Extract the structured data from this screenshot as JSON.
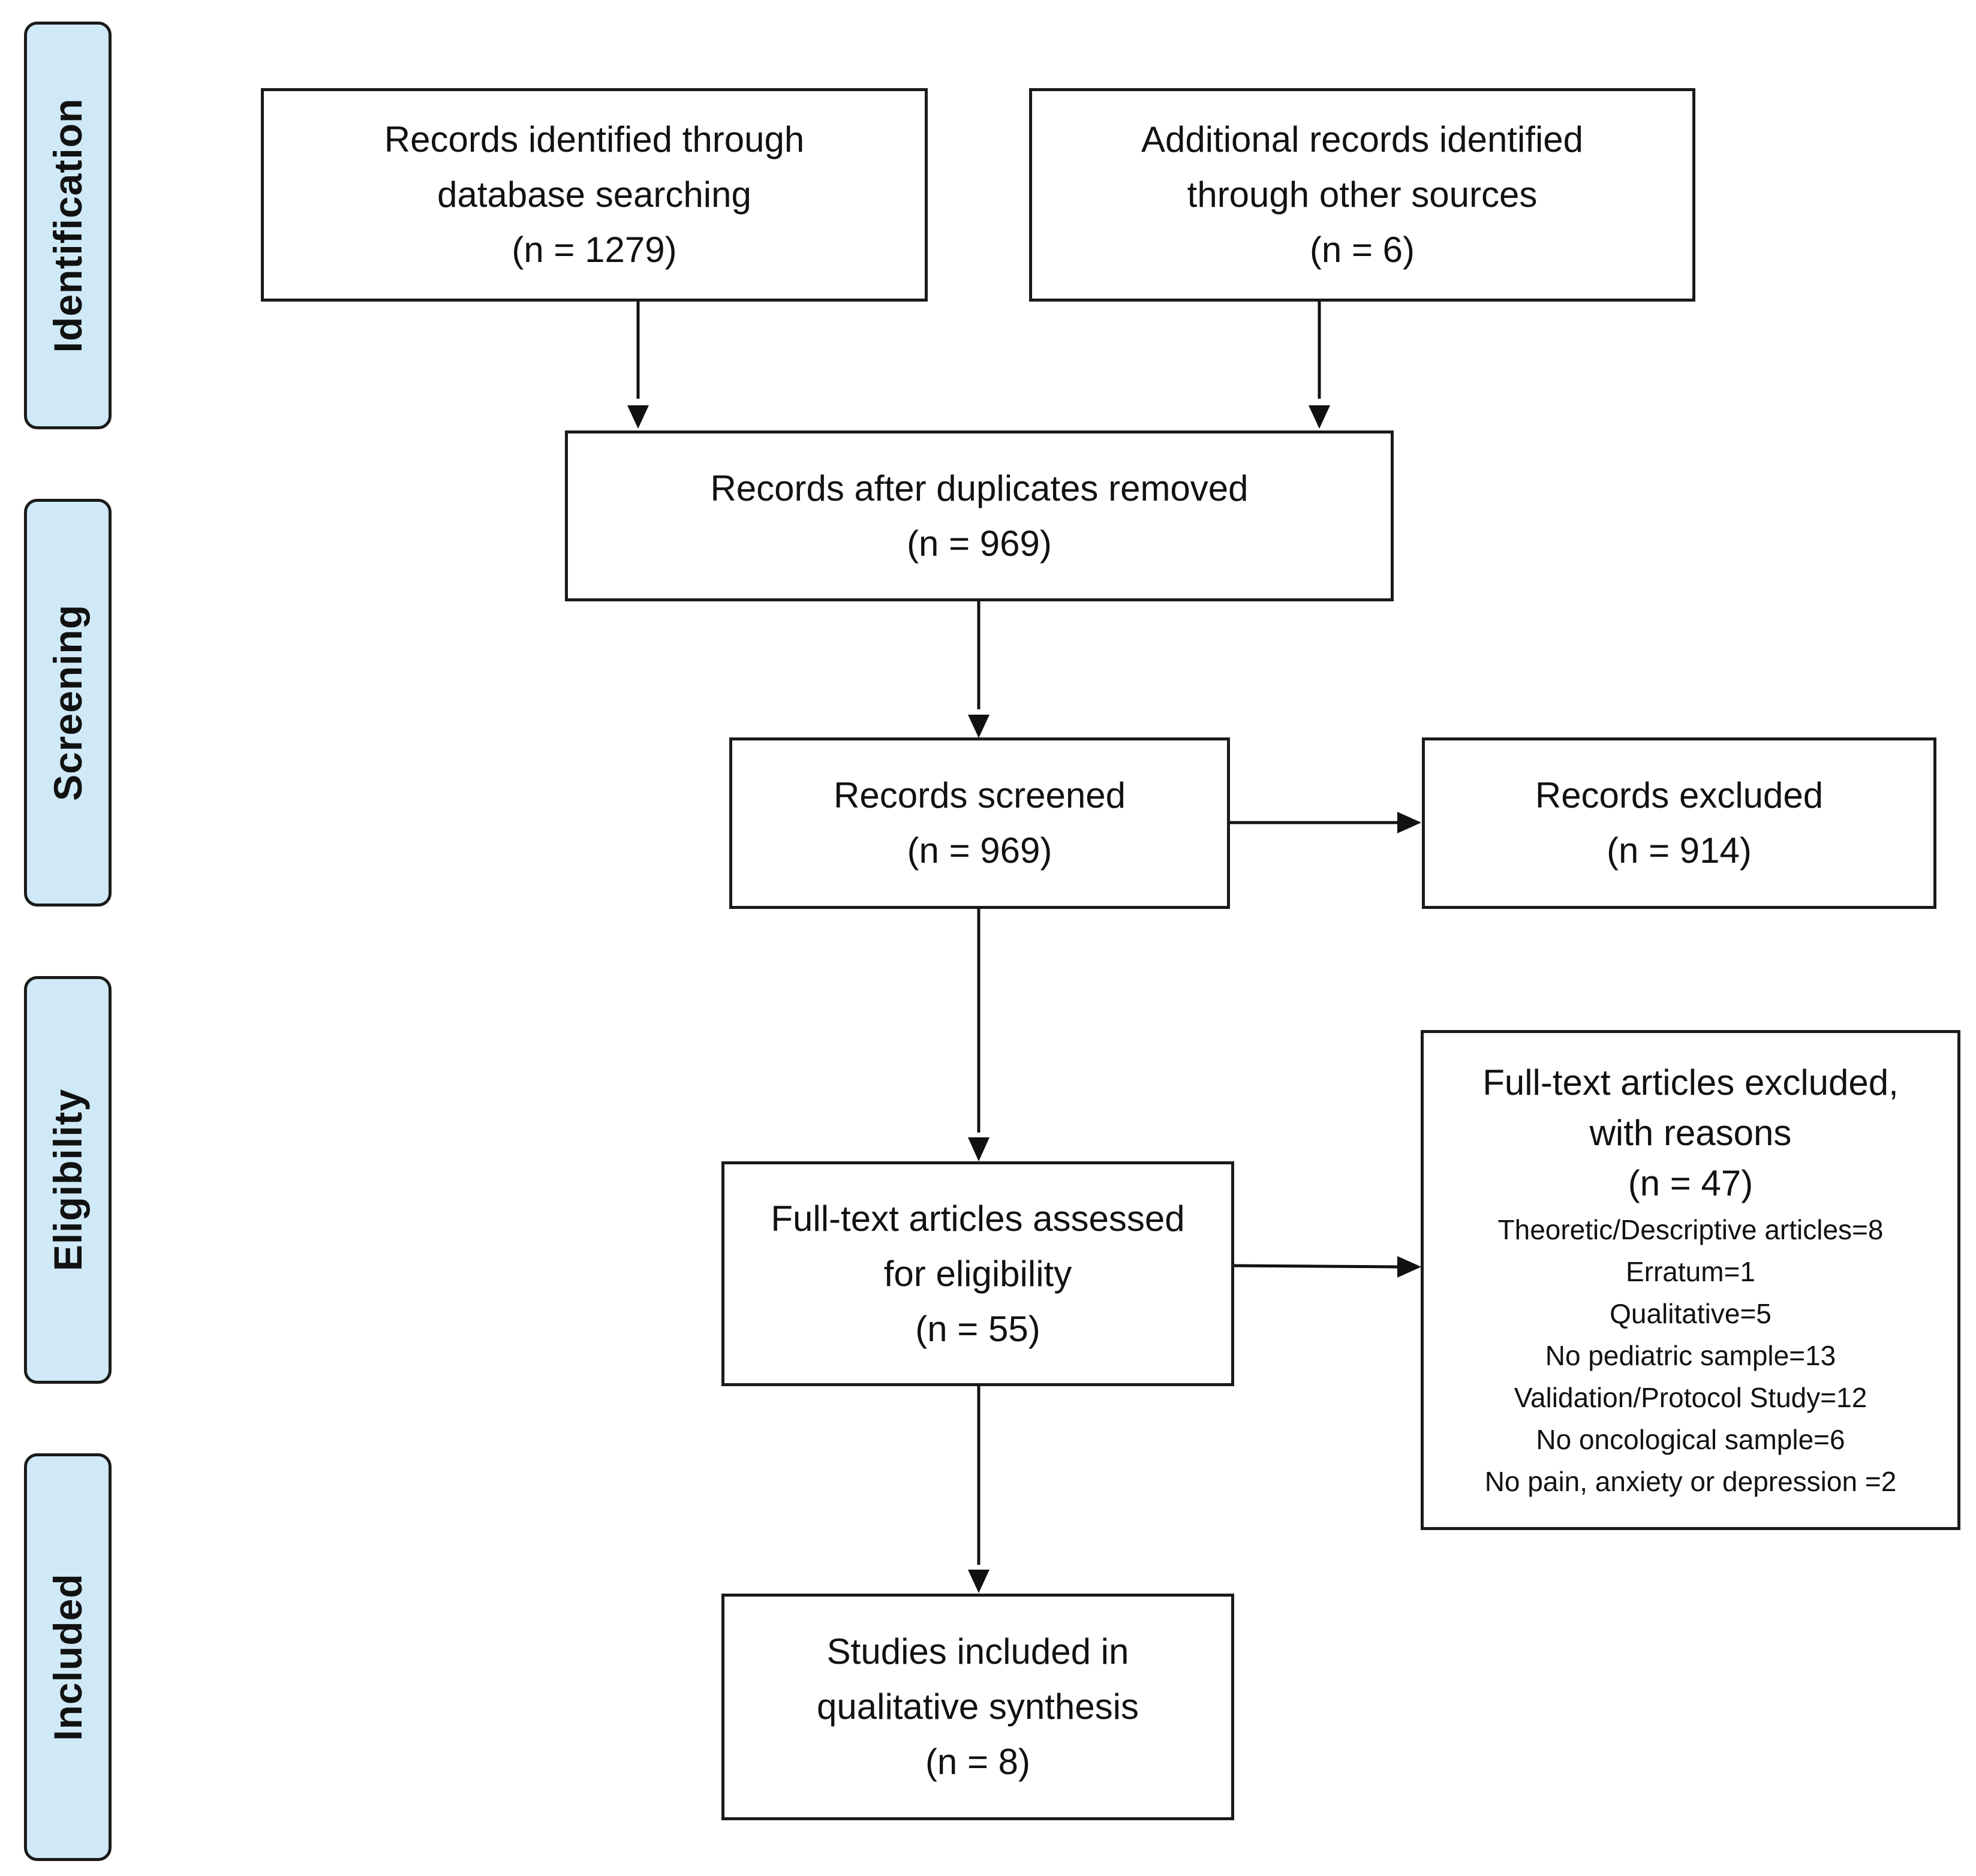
{
  "phases": {
    "identification": "Identification",
    "screening": "Screening",
    "eligibility": "Eligibility",
    "included": "Included"
  },
  "boxes": {
    "database": {
      "line1": "Records identified through",
      "line2": "database searching",
      "count": "(n = 1279)"
    },
    "other": {
      "line1": "Additional records identified",
      "line2": "through other sources",
      "count": "(n = 6)"
    },
    "duplicates": {
      "line1": "Records after duplicates removed",
      "count": "(n = 969)"
    },
    "screened": {
      "line1": "Records screened",
      "count": "(n = 969)"
    },
    "excluded": {
      "line1": "Records excluded",
      "count": "(n = 914)"
    },
    "fulltext": {
      "line1": "Full-text articles assessed",
      "line2": "for eligibility",
      "count": "(n = 55)"
    },
    "fulltext_excluded": {
      "line1": "Full-text articles excluded,",
      "line2": "with reasons",
      "count": "(n = 47)",
      "reasons": [
        "Theoretic/Descriptive articles=8",
        "Erratum=1",
        "Qualitative=5",
        "No pediatric sample=13",
        "Validation/Protocol Study=12",
        "No oncological sample=6",
        "No pain, anxiety or depression =2"
      ]
    },
    "included": {
      "line1": "Studies included in",
      "line2": "qualitative synthesis",
      "count": "(n = 8)"
    }
  }
}
